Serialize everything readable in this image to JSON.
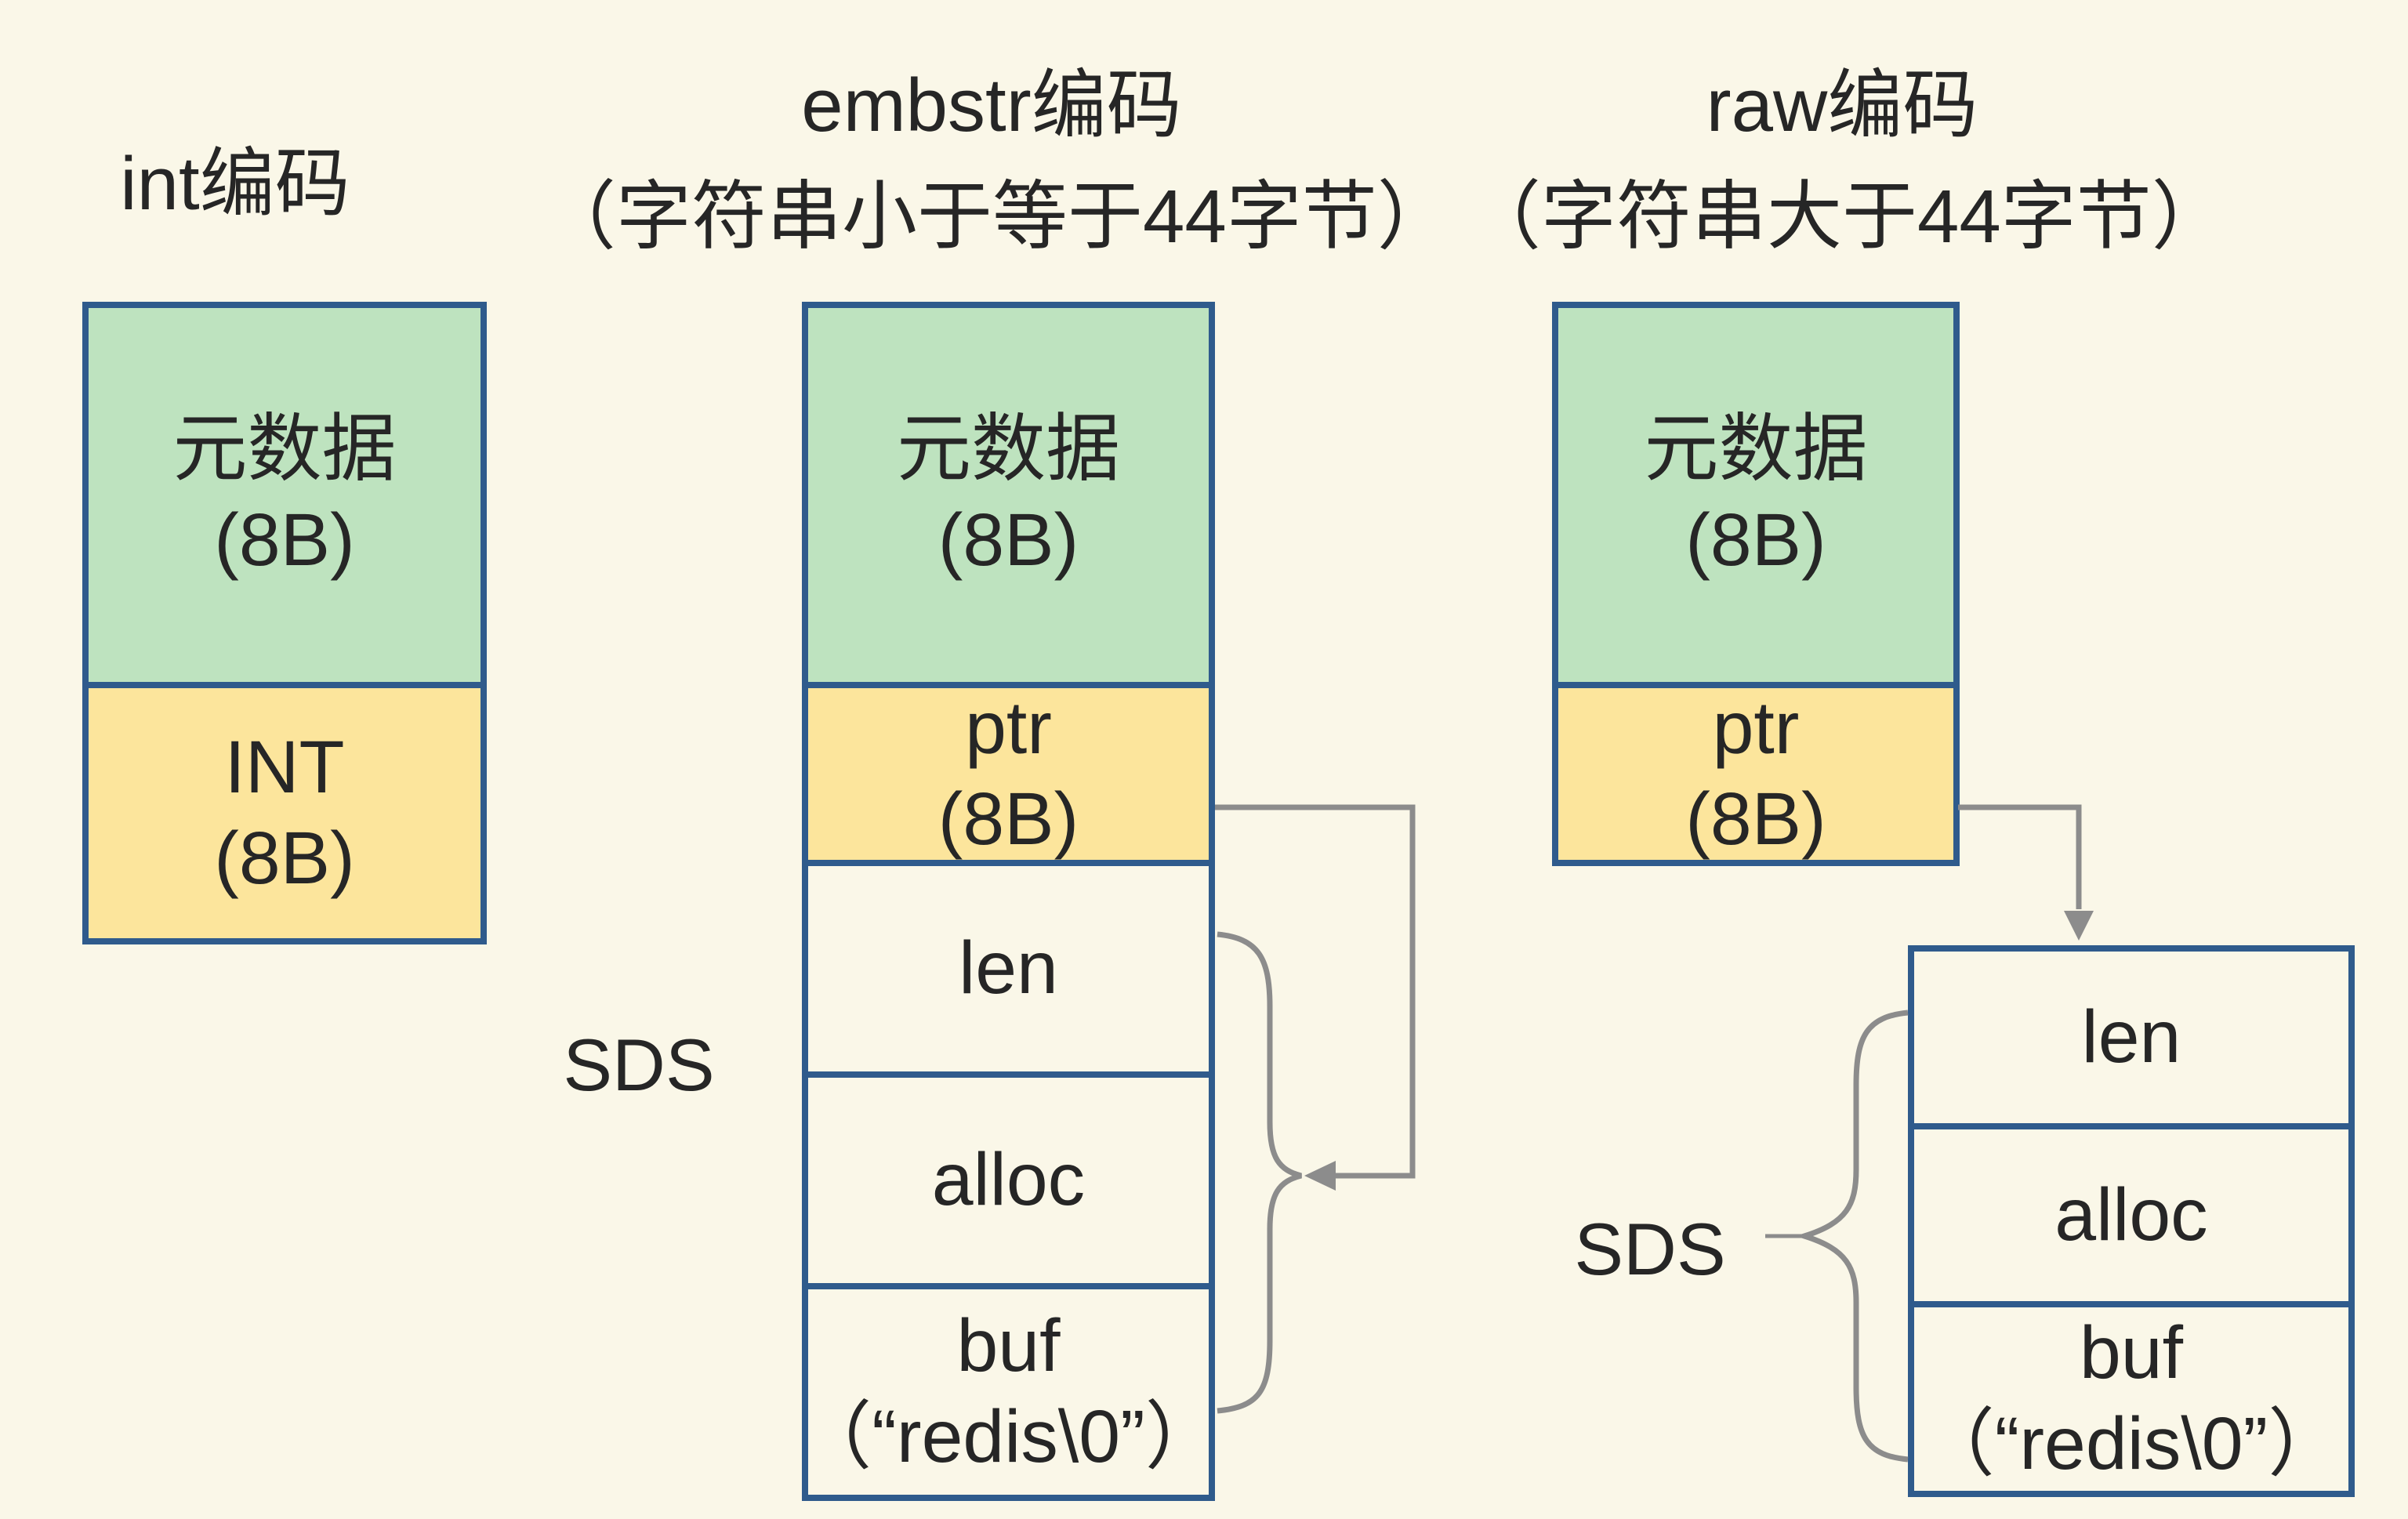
{
  "colors": {
    "background": "#FAF7E8",
    "box_border": "#2F5B8C",
    "meta_fill": "#BEE3BF",
    "value_fill": "#FCE59C",
    "plain_fill": "#FAF7E8",
    "arrow_gray": "#8C8C8C",
    "text": "#262626"
  },
  "columns": [
    {
      "title_line1": "int编码",
      "title_line2": "",
      "meta": {
        "line1": "元数据",
        "line2": "(8B)"
      },
      "second": {
        "line1": "INT",
        "line2": "(8B)"
      }
    },
    {
      "title_line1": "embstr编码",
      "title_line2": "（字符串小于等于44字节）",
      "meta": {
        "line1": "元数据",
        "line2": "(8B)"
      },
      "second": {
        "line1": "ptr",
        "line2": "(8B)"
      },
      "sds_label": "SDS",
      "sds_cells": [
        {
          "line1": "len",
          "line2": ""
        },
        {
          "line1": "alloc",
          "line2": ""
        },
        {
          "line1": "buf",
          "line2": "（“redis\\0”）"
        }
      ]
    },
    {
      "title_line1": "raw编码",
      "title_line2": "（字符串大于44字节）",
      "meta": {
        "line1": "元数据",
        "line2": "(8B)"
      },
      "second": {
        "line1": "ptr",
        "line2": "(8B)"
      },
      "sds_label": "SDS",
      "sds_cells": [
        {
          "line1": "len",
          "line2": ""
        },
        {
          "line1": "alloc",
          "line2": ""
        },
        {
          "line1": "buf",
          "line2": "（“redis\\0”）"
        }
      ]
    }
  ]
}
